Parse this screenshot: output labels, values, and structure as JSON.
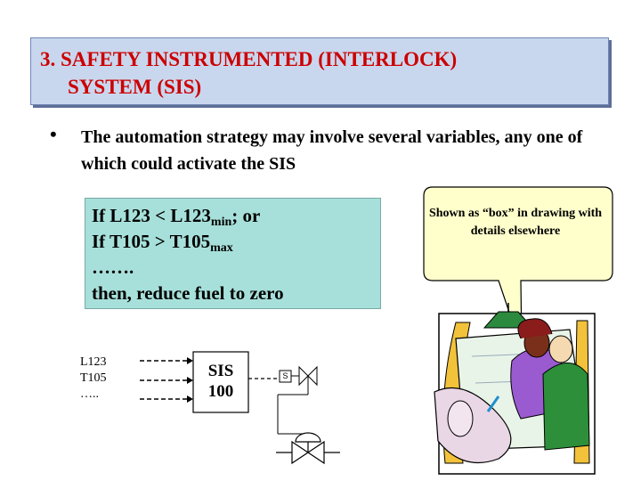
{
  "title": {
    "line1": "3.  SAFETY INSTRUMENTED (INTERLOCK)",
    "line2": "SYSTEM (SIS)"
  },
  "bullet": {
    "marker": "•",
    "text": "The automation strategy may involve several variables, any one of which could activate the SIS"
  },
  "conditions": {
    "line1_prefix": "If L123 <  L123",
    "line1_sub": "min",
    "line1_suffix": "; or",
    "line2_prefix": "If T105 > T105",
    "line2_sub": "max",
    "line3": "…….",
    "line4": "then, reduce fuel to zero"
  },
  "callout": {
    "text": "Shown as “box” in drawing with details elsewhere"
  },
  "diagram": {
    "inputs": [
      "L123",
      "T105",
      "….."
    ],
    "sis_box": [
      "SIS",
      "100"
    ],
    "solenoid_label": "S"
  },
  "colors": {
    "title_bg": "#c9d7ee",
    "title_text": "#cc0000",
    "condition_bg": "#a7e0da",
    "callout_bg": "#ffffcc"
  }
}
